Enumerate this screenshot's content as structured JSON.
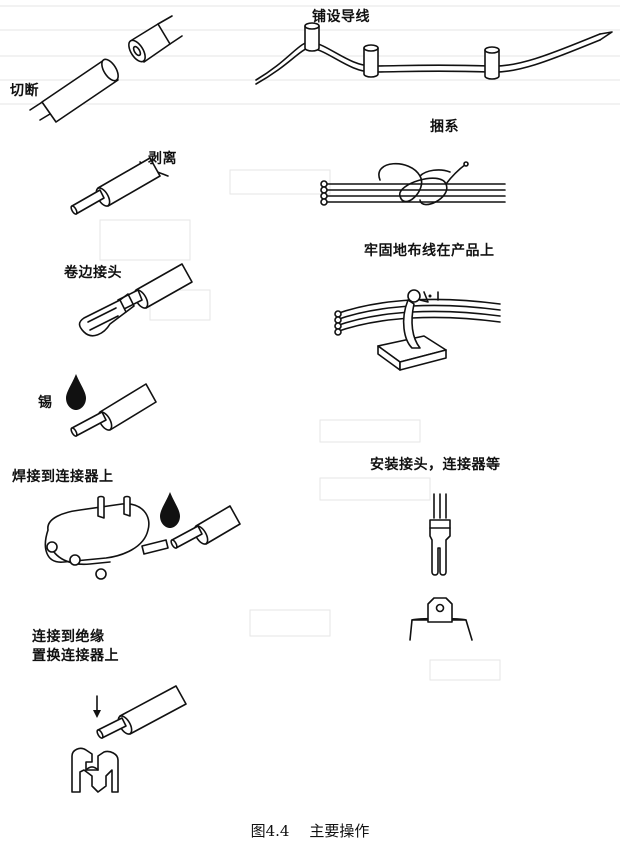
{
  "steps": {
    "cut": "切断",
    "lay_wire": "铺设导线",
    "strip": "剥离",
    "tie": "捆系",
    "curl_terminal": "卷边接头",
    "secure_wiring": "牢固地布线在产品上",
    "tin": "锡",
    "solder_to_connector": "焊接到连接器上",
    "install_terminal": "安装接头，连接器等",
    "connect_insulation_line1": "连接到绝缘",
    "connect_insulation_line2": "置换连接器上"
  },
  "caption": {
    "figure_number": "图4.4",
    "title": "主要操作"
  }
}
